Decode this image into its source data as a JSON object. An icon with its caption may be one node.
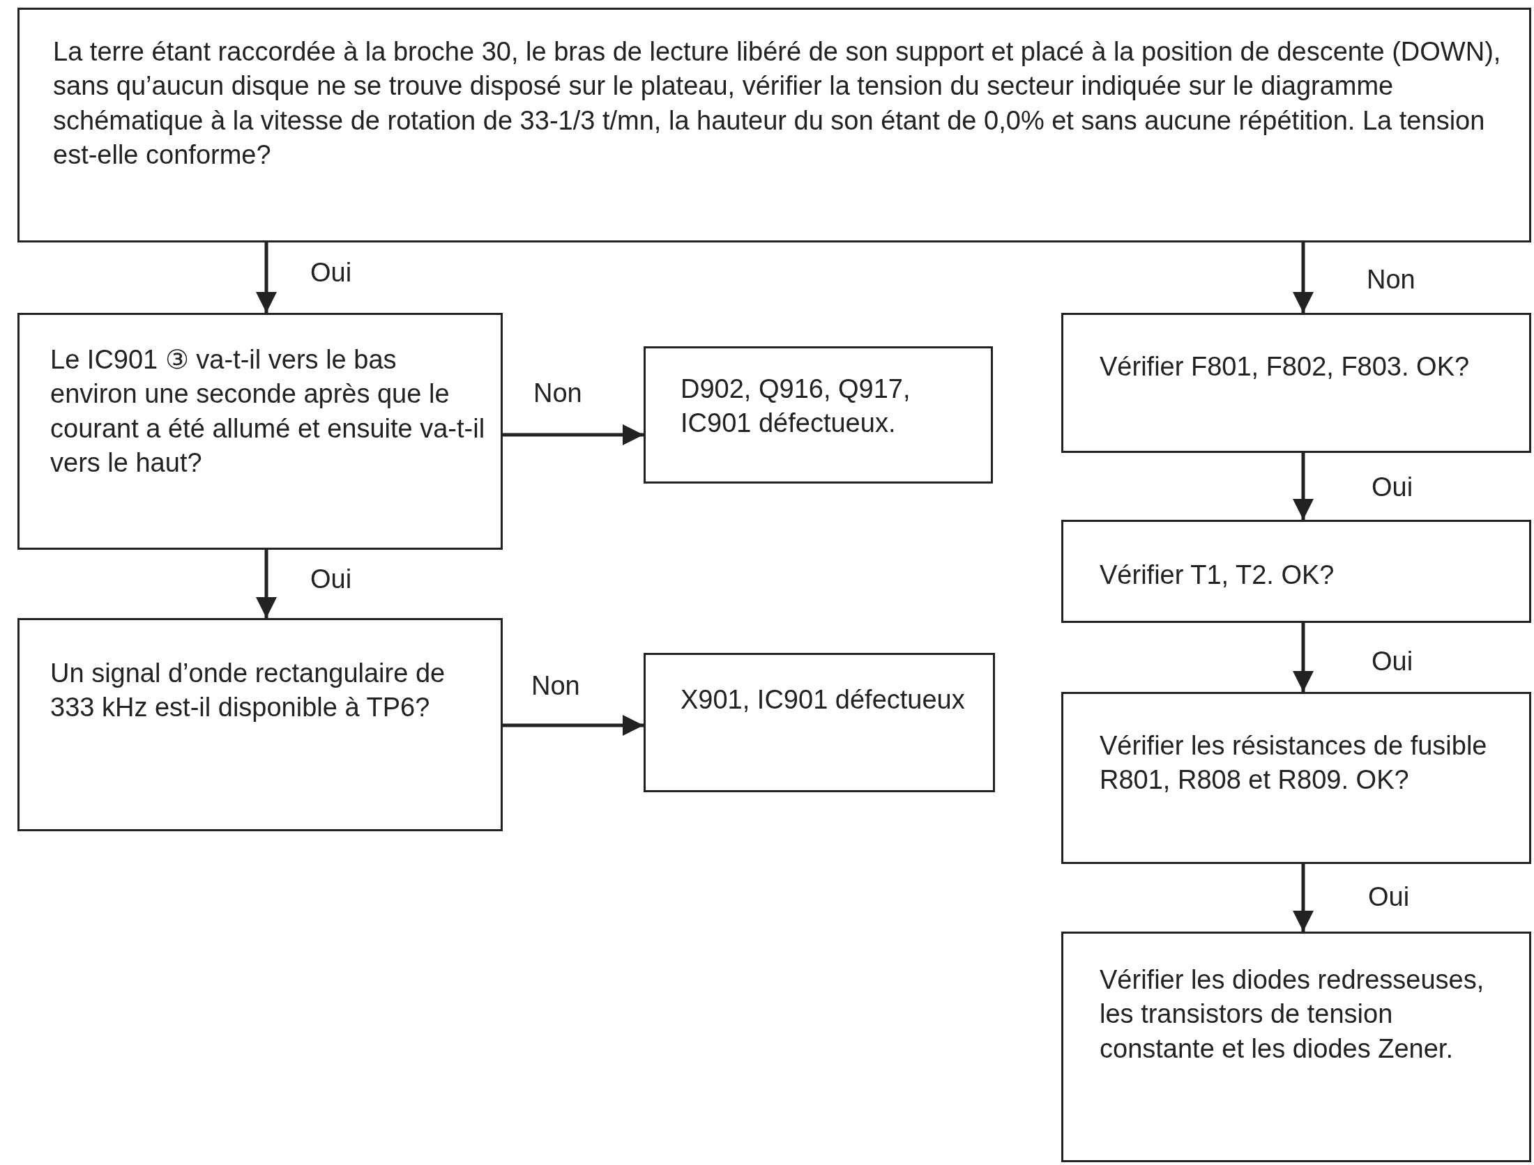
{
  "diagram": {
    "nodes": [
      {
        "text": [
          "La terre étant raccordée à la broche 30, le bras de lecture libéré de son support et placé à la position de descente (DOWN), sans qu’aucun disque ne se trouve disposé sur le plateau, vérifier la tension du secteur indiquée sur le diagramme schématique à la vitesse de rotation de 33-1/3 t/mn, la hauteur du son étant de 0,0% et sans aucune répétition. La tension est-elle conforme?"
        ]
      },
      {
        "text": [
          "Le IC901 ③ va-t-il vers le bas environ une seconde après que le courant a été allumé et ensuite va-t-il vers le haut?"
        ]
      },
      {
        "text": [
          "D902, Q916, Q917, IC901 défectueux."
        ]
      },
      {
        "text": [
          "Un signal d’onde rectangulaire de 333 kHz est-il disponible à TP6?"
        ]
      },
      {
        "text": [
          "X901, IC901 défectueux"
        ]
      },
      {
        "text": [
          "Vérifier F801, F802, F803. OK?"
        ]
      },
      {
        "text": [
          "Vérifier T1, T2. OK?"
        ]
      },
      {
        "text": [
          "Vérifier les résistances de fusible R801, R808 et R809. OK?"
        ]
      },
      {
        "text": [
          "Vérifier les diodes redresseuses, les transistors de tension constante et les diodes Zener."
        ]
      }
    ],
    "edges": [
      {
        "from": 0,
        "to": 1,
        "arrow": "to",
        "label": "Oui"
      },
      {
        "from": 1,
        "to": 2,
        "arrow": "to",
        "label": "Non"
      },
      {
        "from": 1,
        "to": 3,
        "arrow": "to",
        "label": "Oui"
      },
      {
        "from": 3,
        "to": 4,
        "arrow": "to",
        "label": "Non"
      },
      {
        "from": 0,
        "to": 5,
        "arrow": "to",
        "label": "Non"
      },
      {
        "from": 5,
        "to": 6,
        "arrow": "to",
        "label": "Oui"
      },
      {
        "from": 6,
        "to": 7,
        "arrow": "to",
        "label": "Oui"
      },
      {
        "from": 7,
        "to": 8,
        "arrow": "to",
        "label": "Oui"
      }
    ]
  }
}
